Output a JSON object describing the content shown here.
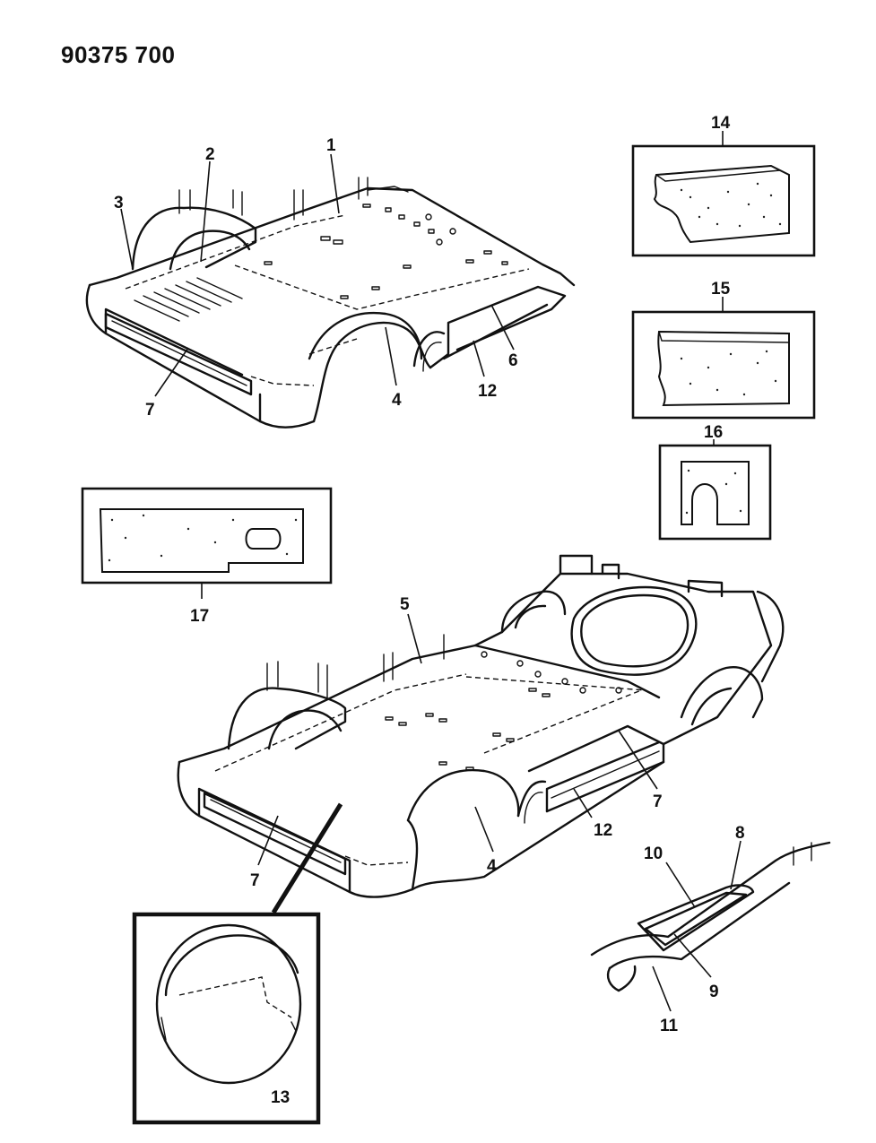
{
  "header": {
    "part_number": "90375 700"
  },
  "callouts": {
    "c1": "1",
    "c2": "2",
    "c3": "3",
    "c4a": "4",
    "c4b": "4",
    "c5": "5",
    "c6": "6",
    "c7a": "7",
    "c7b": "7",
    "c7c": "7",
    "c8": "8",
    "c9": "9",
    "c10": "10",
    "c11": "11",
    "c12a": "12",
    "c12b": "12",
    "c13": "13",
    "c14": "14",
    "c15": "15",
    "c16": "16",
    "c17": "17"
  }
}
